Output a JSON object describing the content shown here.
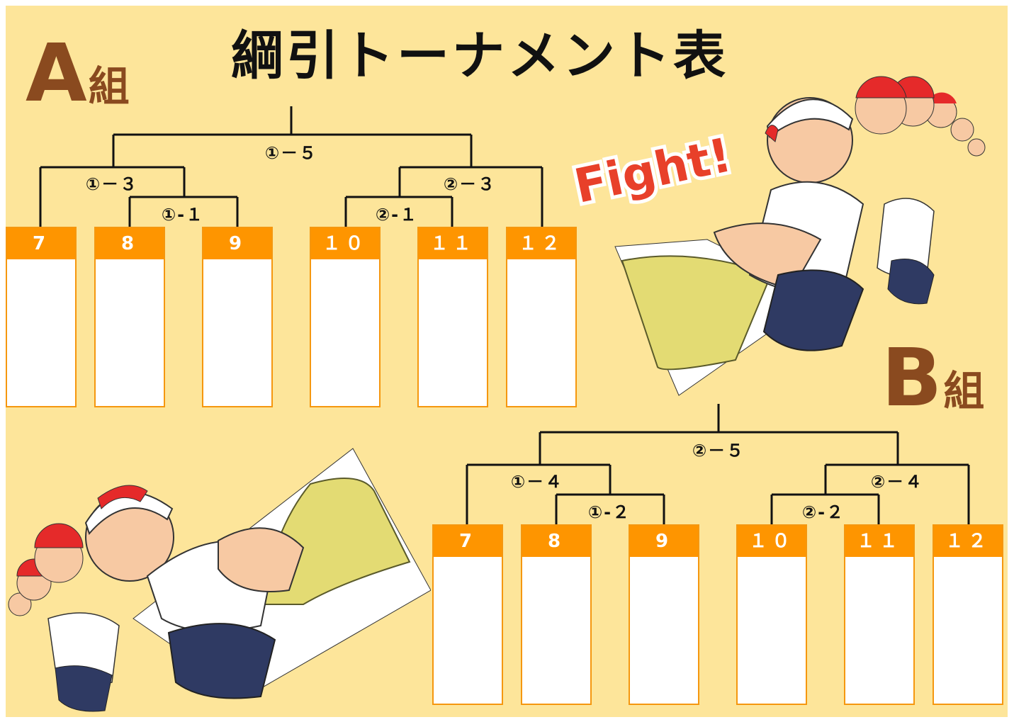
{
  "title": "綱引トーナメント表",
  "groups": [
    {
      "id": "A",
      "letter": "A",
      "suffix": "組",
      "entries": [
        "7",
        "8",
        "9",
        "１０",
        "１１",
        "１２"
      ],
      "matches": {
        "m1": "①-１",
        "m2": "②-１",
        "m3": "①－３",
        "m4": "②－３",
        "final": "①－５"
      }
    },
    {
      "id": "B",
      "letter": "B",
      "suffix": "組",
      "entries": [
        "7",
        "8",
        "9",
        "１０",
        "１１",
        "１２"
      ],
      "matches": {
        "m1": "①-２",
        "m2": "②-２",
        "m3": "①－４",
        "m4": "②－４",
        "final": "②－５"
      }
    }
  ],
  "illustration": {
    "fight_text": "Fight!",
    "icons": [
      "tug-of-war-team-illustration",
      "rope-illustration",
      "fight-burst-icon"
    ]
  },
  "colors": {
    "background": "#fde59a",
    "header": "#fe9500",
    "border": "#f5970f",
    "group_label": "#8a4a1f",
    "fight_red": "#e8402a"
  }
}
